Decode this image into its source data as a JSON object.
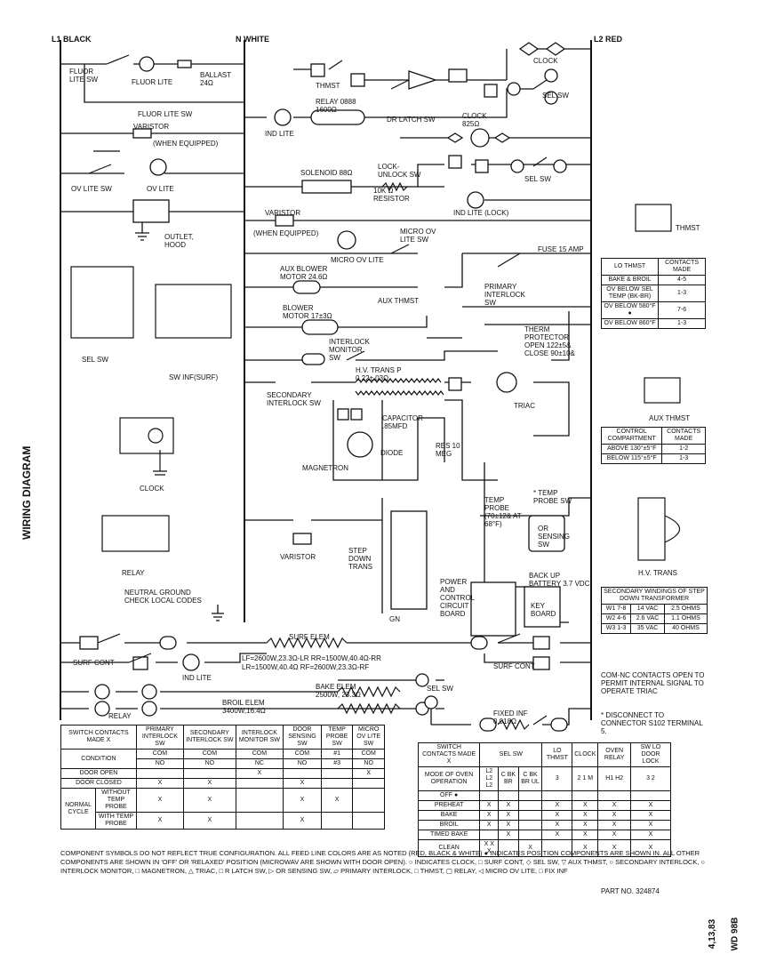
{
  "title": "WIRING DIAGRAM",
  "doc_code_1": "4,13,83",
  "doc_code_2": "WD 98B",
  "part_no": "PART NO. 324874",
  "rails": {
    "l1": "L1 BLACK",
    "n": "N WHITE",
    "l2": "L2 RED"
  },
  "labels": {
    "fluor_lite_sw": "FLUOR LITE SW",
    "fluor_lite": "FLUOR LITE",
    "ballast": "BALLAST 24Ω",
    "fluor_lite_sw2": "FLUOR LITE SW",
    "varistor_top": "VARISTOR",
    "when_equipped": "(WHEN EQUIPPED)",
    "ov_lite_sw": "OV LITE SW",
    "ov_lite": "OV LITE",
    "outlet": "OUTLET, HOOD",
    "thmst": "THMST",
    "ind_lite": "IND LITE",
    "relay_coil": "RELAY 0888 1600Ω",
    "dr_latch_sw": "DR LATCH SW",
    "clock_coil": "CLOCK 825Ω",
    "sel_sw": "SEL SW",
    "clock_top": "CLOCK",
    "solenoid": "SOLENOID 88Ω",
    "lock_unlock": "LOCK-UNLOCK SW",
    "resistor": "10K Ω RESISTOR",
    "ind_lite_lock": "IND LITE (LOCK)",
    "varistor_mid": "VARISTOR",
    "when_equipped_2": "(WHEN EQUIPPED)",
    "micro_ov_lite": "MICRO OV LITE",
    "micro_ov_lite_sw": "MICRO OV LITE SW",
    "fuse": "FUSE 15 AMP",
    "aux_blower": "AUX BLOWER MOTOR 24.6Ω",
    "primary_interlock": "PRIMARY INTERLOCK SW",
    "aux_thmst": "AUX THMST",
    "blower_motor": "BLOWER MOTOR 17±3Ω",
    "therm_protector": "THERM PROTECTOR OPEN 122±5& CLOSE 90±10&",
    "interlock_monitor": "INTERLOCK MONITOR SW",
    "hv_trans": "H.V. TRANS P 0.22±.03Ω",
    "secondary_interlock": "SECONDARY INTERLOCK SW",
    "triac": "TRIAC",
    "capacitor": "CAPACITOR .85MFD",
    "diode": "DIODE",
    "res": "RES 10 MEG",
    "magnetron": "MAGNETRON",
    "temp_probe": "TEMP PROBE (70±12& AT 68°F)",
    "temp_probe_sw": "* TEMP PROBE SW",
    "or_sensing_sw": "OR SENSING SW",
    "varistor_low": "VARISTOR",
    "step_down_trans": "STEP DOWN TRANS",
    "back_up_battery": "BACK UP BATTERY 3.7 VDC",
    "power_cc_board": "POWER AND CONTROL CIRCUIT BOARD",
    "key_board": "KEY BOARD",
    "neutral_ground": "NEUTRAL GROUND CHECK LOCAL CODES",
    "gn": "GN",
    "sel_sw_inset": "SEL SW",
    "sw_inf": "SW INF(SURF)",
    "clock_inset": "CLOCK",
    "relay_inset": "RELAY",
    "surf_elem": "SURF ELEM",
    "lf_rf": "LF=2600W,23.3Ω-LR  RR=1500W,40.4Ω-RR",
    "lr_rr": "LR=1500W,40.4Ω  RF=2600W,23.3Ω-RF",
    "surf_cont_l": "SURF CONT",
    "surf_cont_r": "SURF CONT",
    "bake_elem": "BAKE ELEM 2500W, 23.3Ω",
    "broil_elem": "BROIL ELEM 3400W,16.4Ω",
    "sel_sw_low": "SEL SW",
    "relay_low": "RELAY",
    "fixed_inf": "FIXED INF 0.018Ω",
    "thmst_inset": "THMST",
    "aux_thmst_inset": "AUX THMST",
    "hv_trans_inset": "H.V. TRANS",
    "com_nc_note": "COM-NC CONTACTS OPEN TO PERMIT INTERNAL SIGNAL TO OPERATE TRIAC",
    "disconnect_note": "* DISCONNECT TO CONNECTOR S102 TERMINAL 5.",
    "footnote": "COMPONENT SYMBOLS DO NOT REFLECT TRUE CONFIGURATION. ALL FEED LINE COLORS ARE AS NOTED (RED, BLACK & WHITE) ● INDICATES POSITION COMPONENTS ARE SHOWN IN. ALL OTHER COMPONENTS ARE SHOWN IN 'OFF' OR 'RELAXED' POSITION (MICROWAV ARE SHOWN WITH DOOR OPEN). ○ INDICATES CLOCK, □ SURF CONT, ◇ SEL SW, ▽ AUX THMST, ○ SECONDARY INTERLOCK, ○ INTERLOCK MONITOR, □ MAGNETRON, △ TRIAC, □ R LATCH SW, ▷ OR SENSING SW, ▱ PRIMARY INTERLOCK, □ THMST, ▢ RELAY, ◁ MICRO OV LITE, □ FIX INF"
  },
  "lo_thmst_table": {
    "headers": [
      "LO THMST",
      "CONTACTS MADE"
    ],
    "rows": [
      [
        "BAKE & BROIL",
        "4-5"
      ],
      [
        "OV BELOW SEL TEMP (BK-BR)",
        "1-3"
      ],
      [
        "OV BELOW 580°F ●",
        "7-6"
      ],
      [
        "OV BELOW 860°F",
        "1-3"
      ]
    ]
  },
  "control_table": {
    "headers": [
      "CONTROL COMPARTMENT",
      "CONTACTS MADE"
    ],
    "rows": [
      [
        "ABOVE 130°±5°F",
        "1-2"
      ],
      [
        "BELOW 115°±5°F",
        "1-3"
      ]
    ]
  },
  "secondary_windings": {
    "title": "SECONDARY WINDINGS OF STEP DOWN TRANSFORMER",
    "rows": [
      [
        "W1 7-8",
        "14 VAC",
        "2.5 OHMS"
      ],
      [
        "W2 4-6",
        "2.6 VAC",
        "1.1 OHMS"
      ],
      [
        "W3 1-3",
        "35 VAC",
        "40 OHMS"
      ]
    ]
  },
  "switch_table": {
    "header_col": "SWITCH CONTACTS MADE X",
    "headers": [
      "PRIMARY INTERLOCK SW",
      "SECONDARY INTERLOCK SW",
      "INTERLOCK MONITOR SW",
      "DOOR SENSING SW",
      "TEMP PROBE SW",
      "MICRO OV LITE SW"
    ],
    "condition_label": "CONDITION",
    "com_row": [
      "COM",
      "COM",
      "COM",
      "COM",
      "#1",
      "COM"
    ],
    "cond_row": [
      "NO",
      "NO",
      "NC",
      "NO",
      "#3",
      "NO"
    ],
    "rows": [
      {
        "label": "DOOR OPEN",
        "cells": [
          "",
          "",
          "X",
          "",
          "",
          "X"
        ]
      },
      {
        "label": "DOOR CLOSED",
        "cells": [
          "X",
          "X",
          "",
          "X",
          "",
          ""
        ]
      },
      {
        "label": "WITHOUT TEMP PROBE",
        "cells": [
          "X",
          "X",
          "",
          "X",
          "X",
          ""
        ]
      },
      {
        "label": "WITH TEMP PROBE",
        "cells": [
          "X",
          "X",
          "",
          "X",
          "",
          ""
        ]
      }
    ],
    "normal_cycle": "NORMAL CYCLE"
  },
  "mode_table": {
    "header_col": "SWITCH CONTACTS MADE X",
    "group_headers": [
      "SEL SW",
      "LO THMST",
      "CLOCK",
      "OVEN RELAY",
      "SW LO DOOR LOCK"
    ],
    "mode_row": [
      "MODE OF OVEN OPERATION",
      "L2 L2 L2",
      "C BK BR",
      "C BK BR UL",
      "3",
      "2 1 M",
      "H1 H2",
      "3 2"
    ],
    "rows": [
      {
        "label": "OFF ●",
        "cells": [
          "",
          "",
          "",
          "",
          "",
          "",
          ""
        ]
      },
      {
        "label": "PREHEAT",
        "cells": [
          "X",
          "X",
          "",
          "X",
          "X",
          "X",
          "X"
        ]
      },
      {
        "label": "BAKE",
        "cells": [
          "X",
          "X",
          "",
          "X",
          "X",
          "X",
          "X"
        ]
      },
      {
        "label": "BROIL",
        "cells": [
          "X",
          "X",
          "",
          "X",
          "X",
          "X",
          "X"
        ]
      },
      {
        "label": "TIMED BAKE",
        "cells": [
          "",
          "X",
          "",
          "X",
          "X",
          "X",
          "X"
        ]
      },
      {
        "label": "CLEAN",
        "cells": [
          "X X X",
          "",
          "X",
          "",
          "X",
          "X",
          "X"
        ]
      }
    ]
  }
}
